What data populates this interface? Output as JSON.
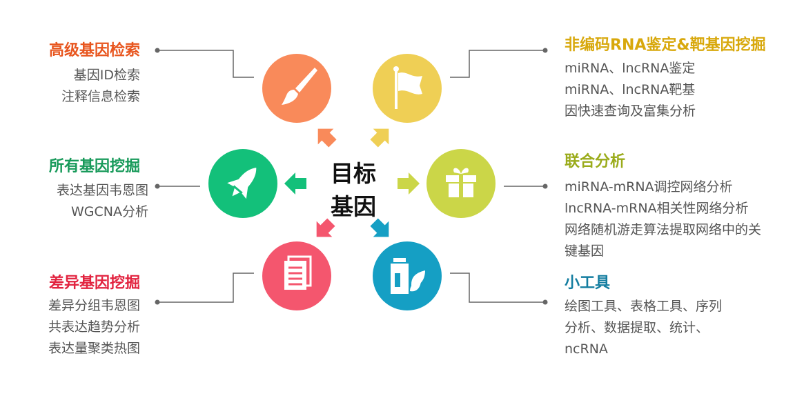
{
  "center": {
    "line1": "目标",
    "line2": "基因"
  },
  "nodes": [
    {
      "title": "高级基因检索",
      "color": "#e8561f",
      "circle": "#f98a5a",
      "icon": "paintbrush-icon",
      "lines": [
        "基因ID检索",
        "注释信息检索"
      ]
    },
    {
      "title": "非编码RNA鉴定&靶基因挖掘",
      "color": "#d8a80c",
      "circle": "#efcf55",
      "icon": "flag-icon",
      "lines": [
        "miRNA、lncRNA鉴定",
        "miRNA、lncRNA靶基",
        "因快速查询及富集分析"
      ]
    },
    {
      "title": "所有基因挖掘",
      "color": "#189a5a",
      "circle": "#13c07a",
      "icon": "rocket-icon",
      "lines": [
        "表达基因韦恩图",
        "WGCNA分析"
      ]
    },
    {
      "title": "联合分析",
      "color": "#9aab1a",
      "circle": "#cbd648",
      "icon": "gift-icon",
      "lines": [
        "miRNA-mRNA调控网络分析",
        "lncRNA-mRNA相关性网络分析",
        "网络随机游走算法提取网络中的关",
        "键基因"
      ]
    },
    {
      "title": "差异基因挖掘",
      "color": "#e2233f",
      "circle": "#f4566e",
      "icon": "document-icon",
      "lines": [
        "差异分组韦恩图",
        "共表达趋势分析",
        "表达量聚类热图"
      ]
    },
    {
      "title": "小工具",
      "color": "#137da0",
      "circle": "#159fc4",
      "icon": "bottle-leaf-icon",
      "lines": [
        "绘图工具、表格工具、序列",
        "分析、数据提取、统计、",
        "ncRNA"
      ]
    }
  ]
}
